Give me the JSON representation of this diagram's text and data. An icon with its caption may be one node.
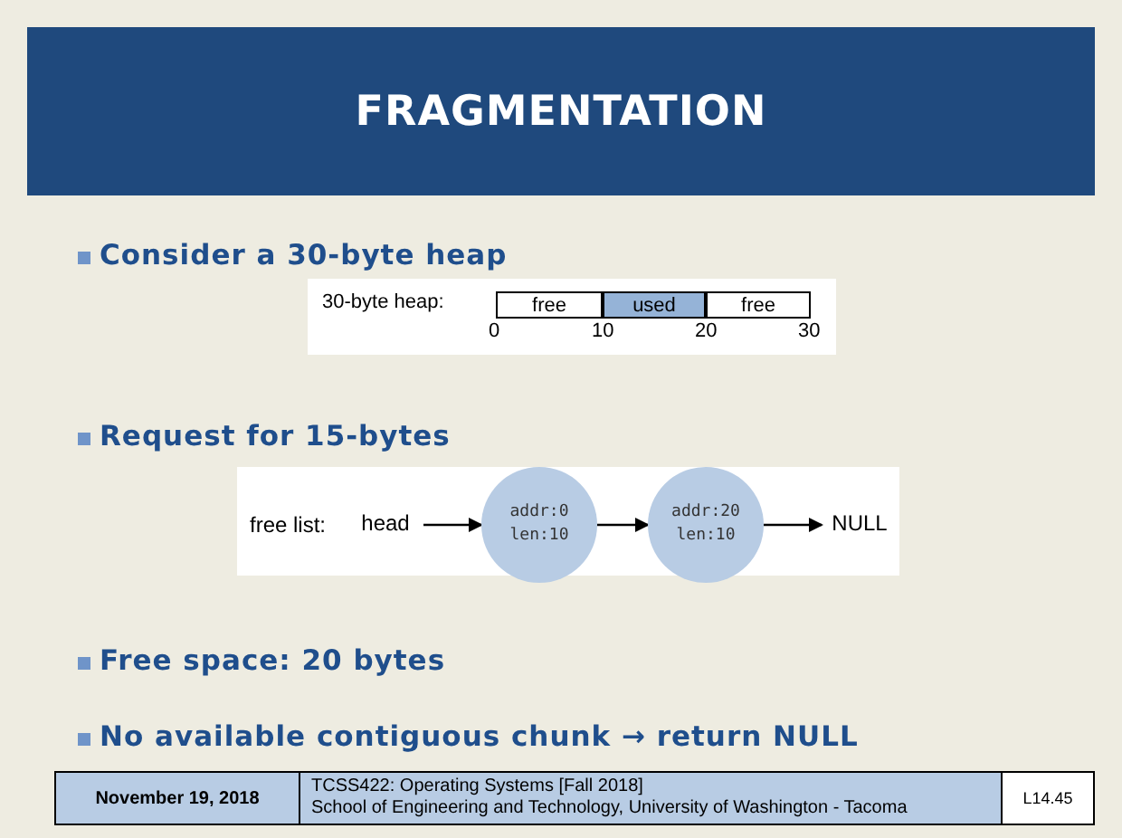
{
  "diagram": {
    "title": "FRAGMENTATION",
    "nodes": [
      {
        "text": [
          "free"
        ]
      },
      {
        "text": [
          "used"
        ]
      },
      {
        "text": [
          "free"
        ]
      },
      {
        "text": [
          "head"
        ]
      },
      {
        "text": [
          "addr:0 len:10"
        ]
      },
      {
        "text": [
          "addr:20 len:10"
        ]
      },
      {
        "text": [
          "NULL"
        ]
      }
    ],
    "edges": [
      {
        "from": 3,
        "to": 4,
        "arrow": "to"
      },
      {
        "from": 4,
        "to": 5,
        "arrow": "to"
      },
      {
        "from": 5,
        "to": 6,
        "arrow": "to"
      }
    ],
    "labels": [
      "Consider a 30-byte heap",
      "30-byte heap:",
      "0",
      "10",
      "20",
      "30",
      "Request for 15-bytes",
      "free list:",
      "Free space: 20 bytes",
      "No available contiguous chunk → return NULL",
      "November 19, 2018",
      "TCSS422: Operating Systems [Fall 2018]",
      "School of Engineering and Technology, University of Washington - Tacoma",
      "L14.45"
    ]
  }
}
